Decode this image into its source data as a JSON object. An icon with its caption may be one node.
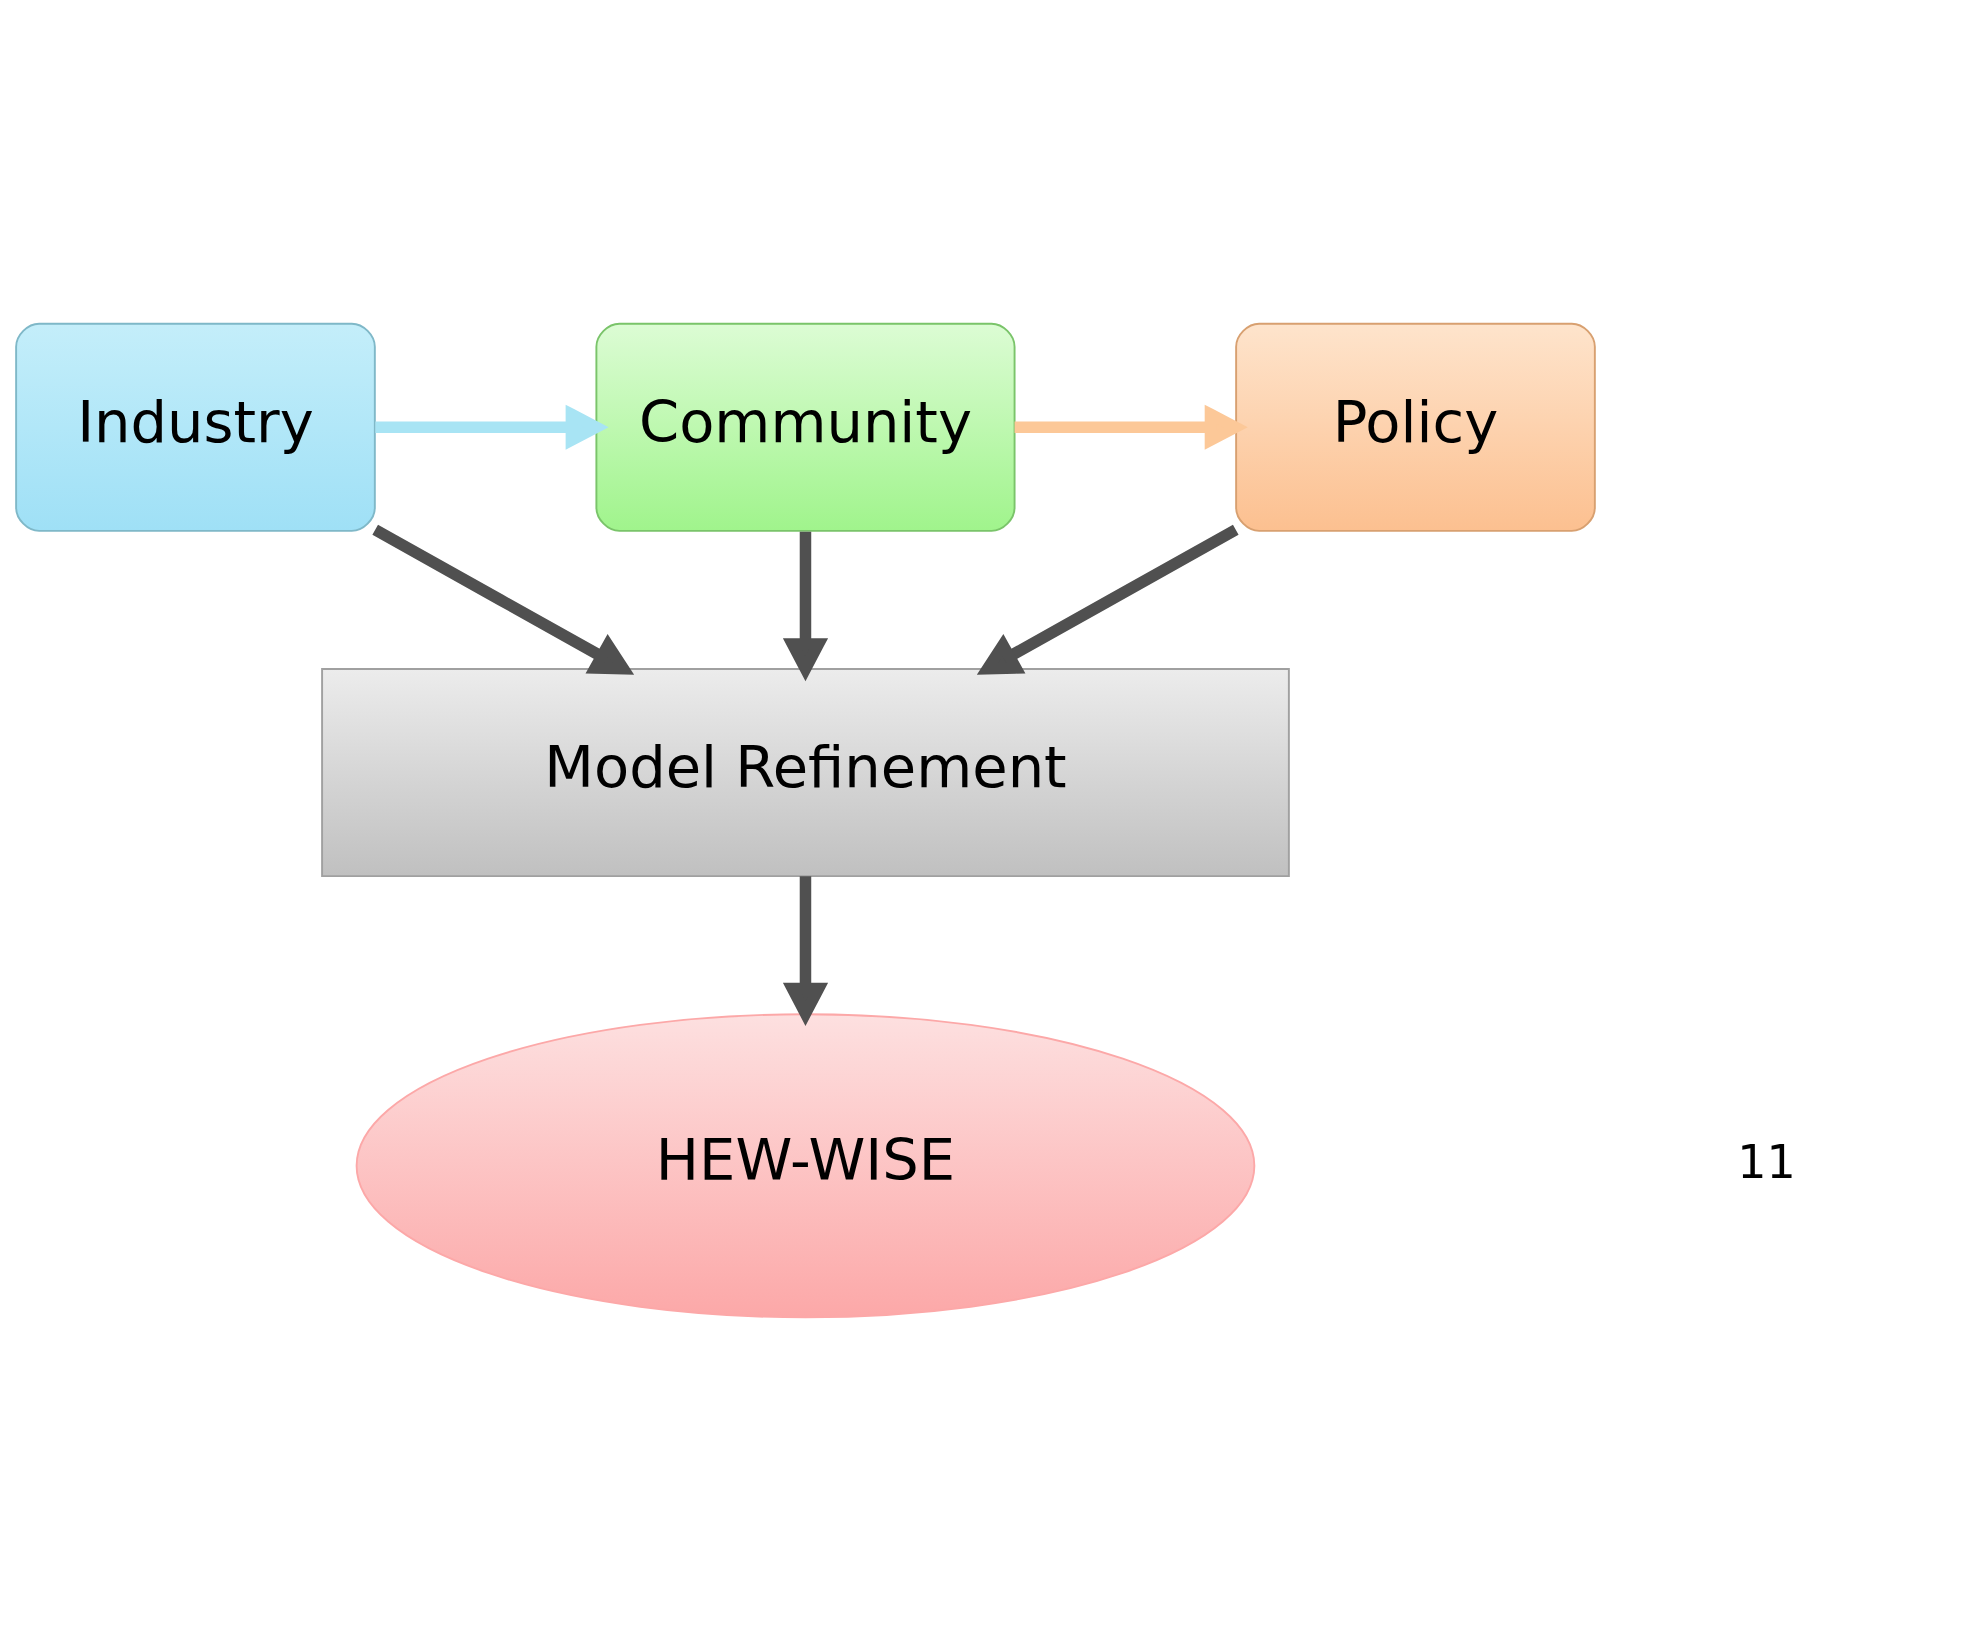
{
  "diagram": {
    "nodes": [
      {
        "text": [
          "Industry"
        ]
      },
      {
        "text": [
          "Community"
        ]
      },
      {
        "text": [
          "Policy"
        ]
      },
      {
        "text": [
          "Model Refinement"
        ]
      },
      {
        "text": [
          "HEW-WISE"
        ]
      }
    ],
    "edges": [
      {
        "from": 0,
        "to": 1,
        "arrow": "to",
        "color": "#a8e4f4"
      },
      {
        "from": 1,
        "to": 2,
        "arrow": "to",
        "color": "#fcc898"
      },
      {
        "from": 0,
        "to": 3,
        "arrow": "to"
      },
      {
        "from": 1,
        "to": 3,
        "arrow": "to"
      },
      {
        "from": 2,
        "to": 3,
        "arrow": "to"
      },
      {
        "from": 3,
        "to": 4,
        "arrow": "to"
      }
    ],
    "labels": [
      "11"
    ]
  }
}
